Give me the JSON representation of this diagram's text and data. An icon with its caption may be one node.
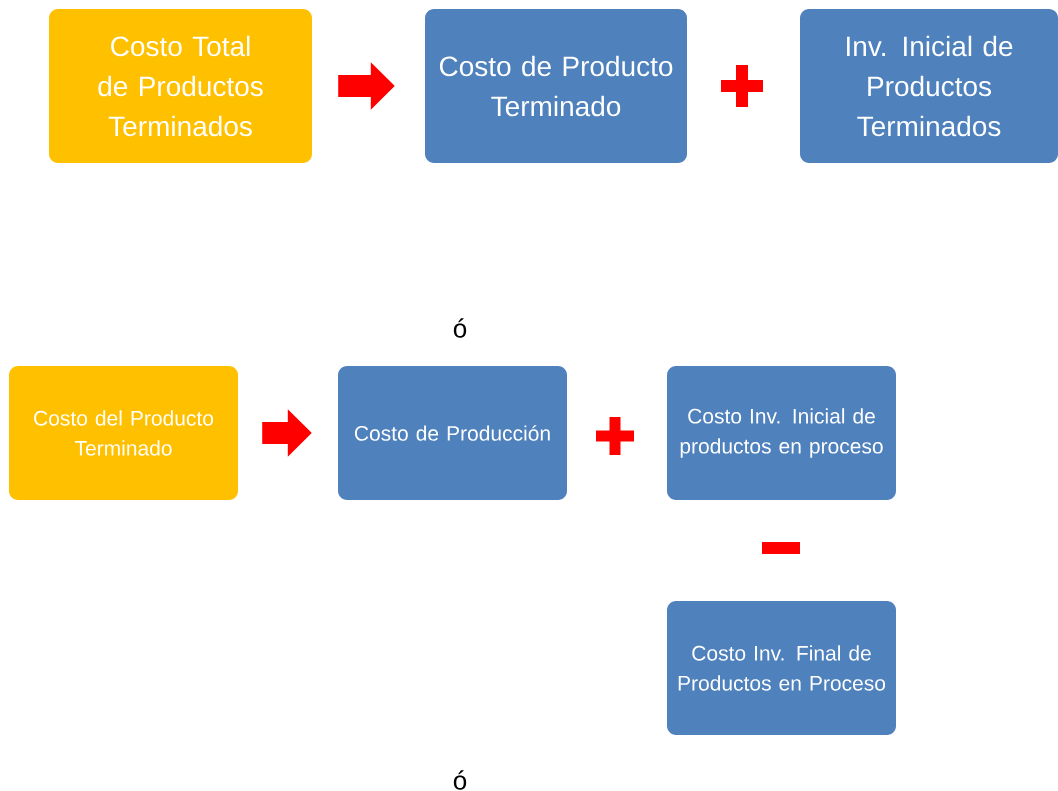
{
  "diagram": {
    "nodes": [
      {
        "text": [
          "Costo Total de Productos Terminados"
        ]
      },
      {
        "text": [
          "Costo de Producto Terminado"
        ]
      },
      {
        "text": [
          "Inv. Inicial de Productos Terminados"
        ]
      },
      {
        "text": [
          "Costo del Producto Terminado"
        ]
      },
      {
        "text": [
          "Costo de Producción"
        ]
      },
      {
        "text": [
          "Costo Inv. Inicial de productos en proceso"
        ]
      },
      {
        "text": [
          "Costo Inv. Final de Productos en Proceso"
        ]
      }
    ],
    "edges": [
      {
        "from": 0,
        "to": 1,
        "arrow": "to"
      },
      {
        "from": 3,
        "to": 4,
        "arrow": "to"
      }
    ],
    "labels": [
      "ó",
      "ó"
    ]
  }
}
